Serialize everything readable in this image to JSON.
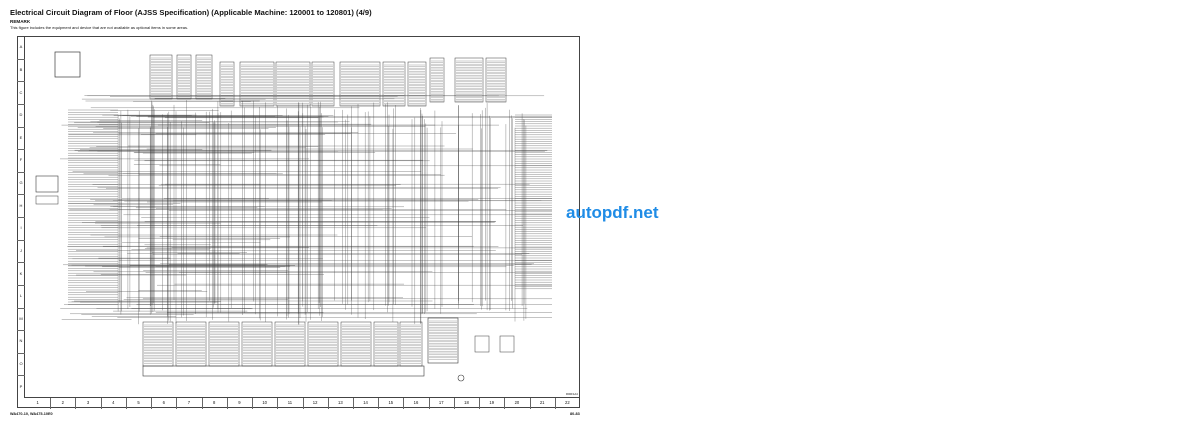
{
  "document": {
    "title": "Electrical Circuit Diagram of Floor (AJSS Specification) (Applicable Machine: 120001 to 120801) (4/9)",
    "remark_heading": "REMARK",
    "remark_text": "This figure includes the equipment and device that are not available as optional items in some areas.",
    "row_labels": [
      "A",
      "B",
      "C",
      "D",
      "E",
      "F",
      "G",
      "H",
      "I",
      "J",
      "K",
      "L",
      "M",
      "N",
      "O",
      "P"
    ],
    "column_labels": [
      "1",
      "2",
      "3",
      "4",
      "5",
      "6",
      "7",
      "8",
      "9",
      "10",
      "11",
      "12",
      "13",
      "14",
      "15",
      "16",
      "17",
      "18",
      "19",
      "20",
      "21",
      "22"
    ],
    "footer_left": "WA470-10, WA475-10E0",
    "footer_right": "80-83",
    "page_code": "R00F1A4"
  },
  "watermark": "autopdf.net",
  "colors": {
    "line": "#3a3a3a",
    "watermark": "#1f8ce6"
  }
}
